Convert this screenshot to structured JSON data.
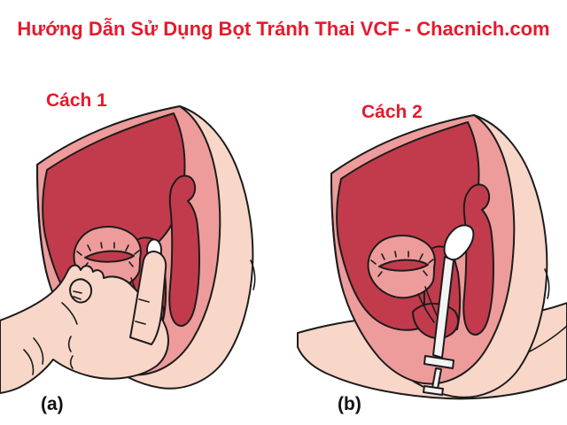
{
  "title": "Hướng Dẫn Sử Dụng Bọt Tránh Thai VCF - Chacnich.com",
  "methods": {
    "method1": {
      "label": "Cách 1",
      "caption": "(a)"
    },
    "method2": {
      "label": "Cách 2",
      "caption": "(b)"
    }
  },
  "colors": {
    "title_red": "#e8192c",
    "skin": "#f8d6c8",
    "tissue_pink": "#ee9b9b",
    "organ_red": "#c23b4c",
    "outline": "#1c1c1c",
    "device_white": "#ffffff",
    "barrel_white": "#f4f4f4",
    "background": "#ffffff"
  }
}
